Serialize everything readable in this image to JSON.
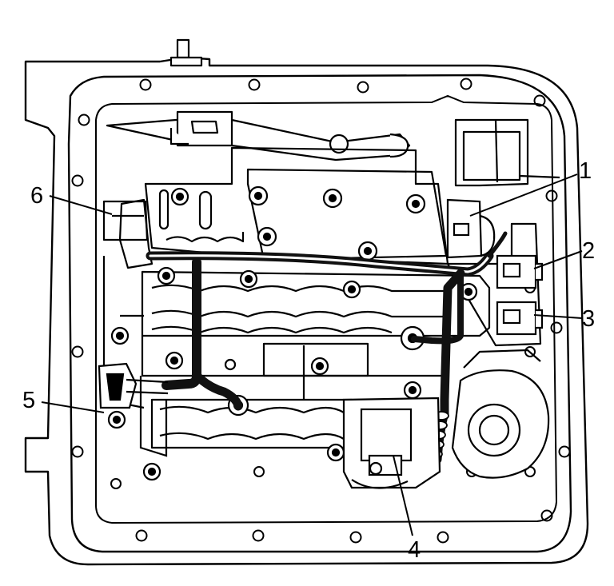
{
  "colors": {
    "ink": "#000000",
    "paper": "#ffffff",
    "harness": "#111111"
  },
  "callouts": [
    {
      "id": "1",
      "label": "1"
    },
    {
      "id": "2",
      "label": "2"
    },
    {
      "id": "3",
      "label": "3"
    },
    {
      "id": "4",
      "label": "4"
    },
    {
      "id": "5",
      "label": "5"
    },
    {
      "id": "6",
      "label": "6"
    }
  ]
}
